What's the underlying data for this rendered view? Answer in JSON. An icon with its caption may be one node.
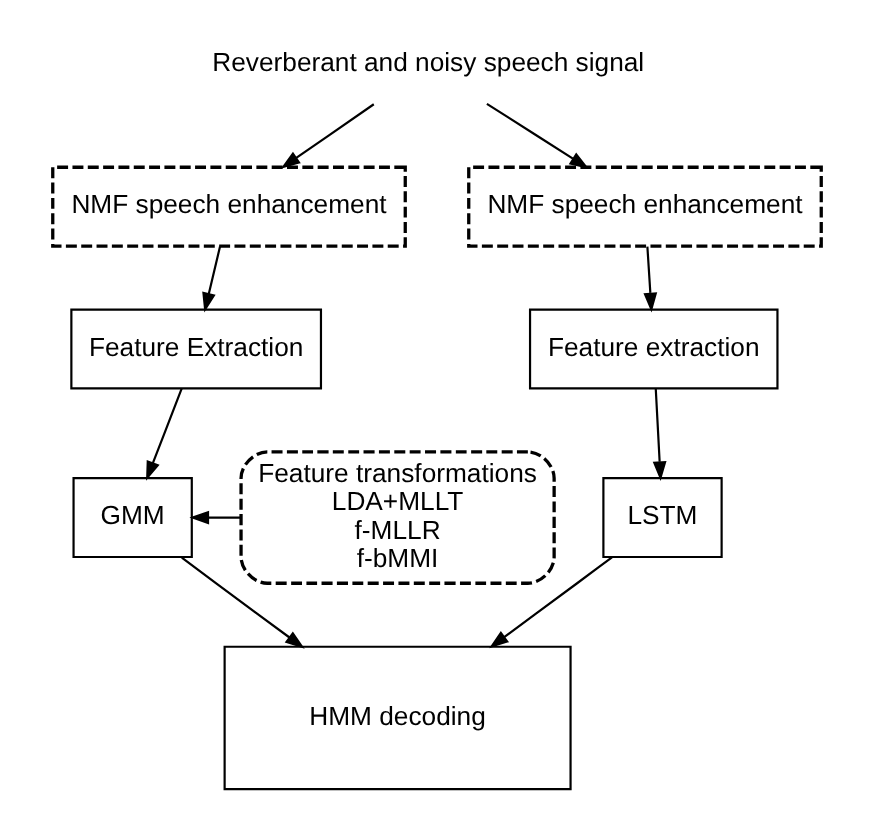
{
  "diagram": {
    "nodes": [
      {
        "text": [
          "Reverberant and noisy speech signal"
        ]
      },
      {
        "text": [
          "NMF speech enhancement"
        ]
      },
      {
        "text": [
          "NMF speech enhancement"
        ]
      },
      {
        "text": [
          "Feature Extraction"
        ]
      },
      {
        "text": [
          "Feature extraction"
        ]
      },
      {
        "text": [
          "Feature transformations",
          "LDA+MLLT",
          "f-MLLR",
          "f-bMMI"
        ]
      },
      {
        "text": [
          "GMM"
        ]
      },
      {
        "text": [
          "LSTM"
        ]
      },
      {
        "text": [
          "HMM decoding"
        ]
      }
    ],
    "edges": [
      {
        "from": 0,
        "to": 1,
        "arrow": "to"
      },
      {
        "from": 0,
        "to": 2,
        "arrow": "to"
      },
      {
        "from": 1,
        "to": 3,
        "arrow": "to"
      },
      {
        "from": 2,
        "to": 4,
        "arrow": "to"
      },
      {
        "from": 5,
        "to": 6,
        "arrow": "to"
      },
      {
        "from": 3,
        "to": 6,
        "arrow": "to"
      },
      {
        "from": 4,
        "to": 7,
        "arrow": "to"
      },
      {
        "from": 6,
        "to": 8,
        "arrow": "to"
      },
      {
        "from": 7,
        "to": 8,
        "arrow": "to"
      }
    ]
  }
}
